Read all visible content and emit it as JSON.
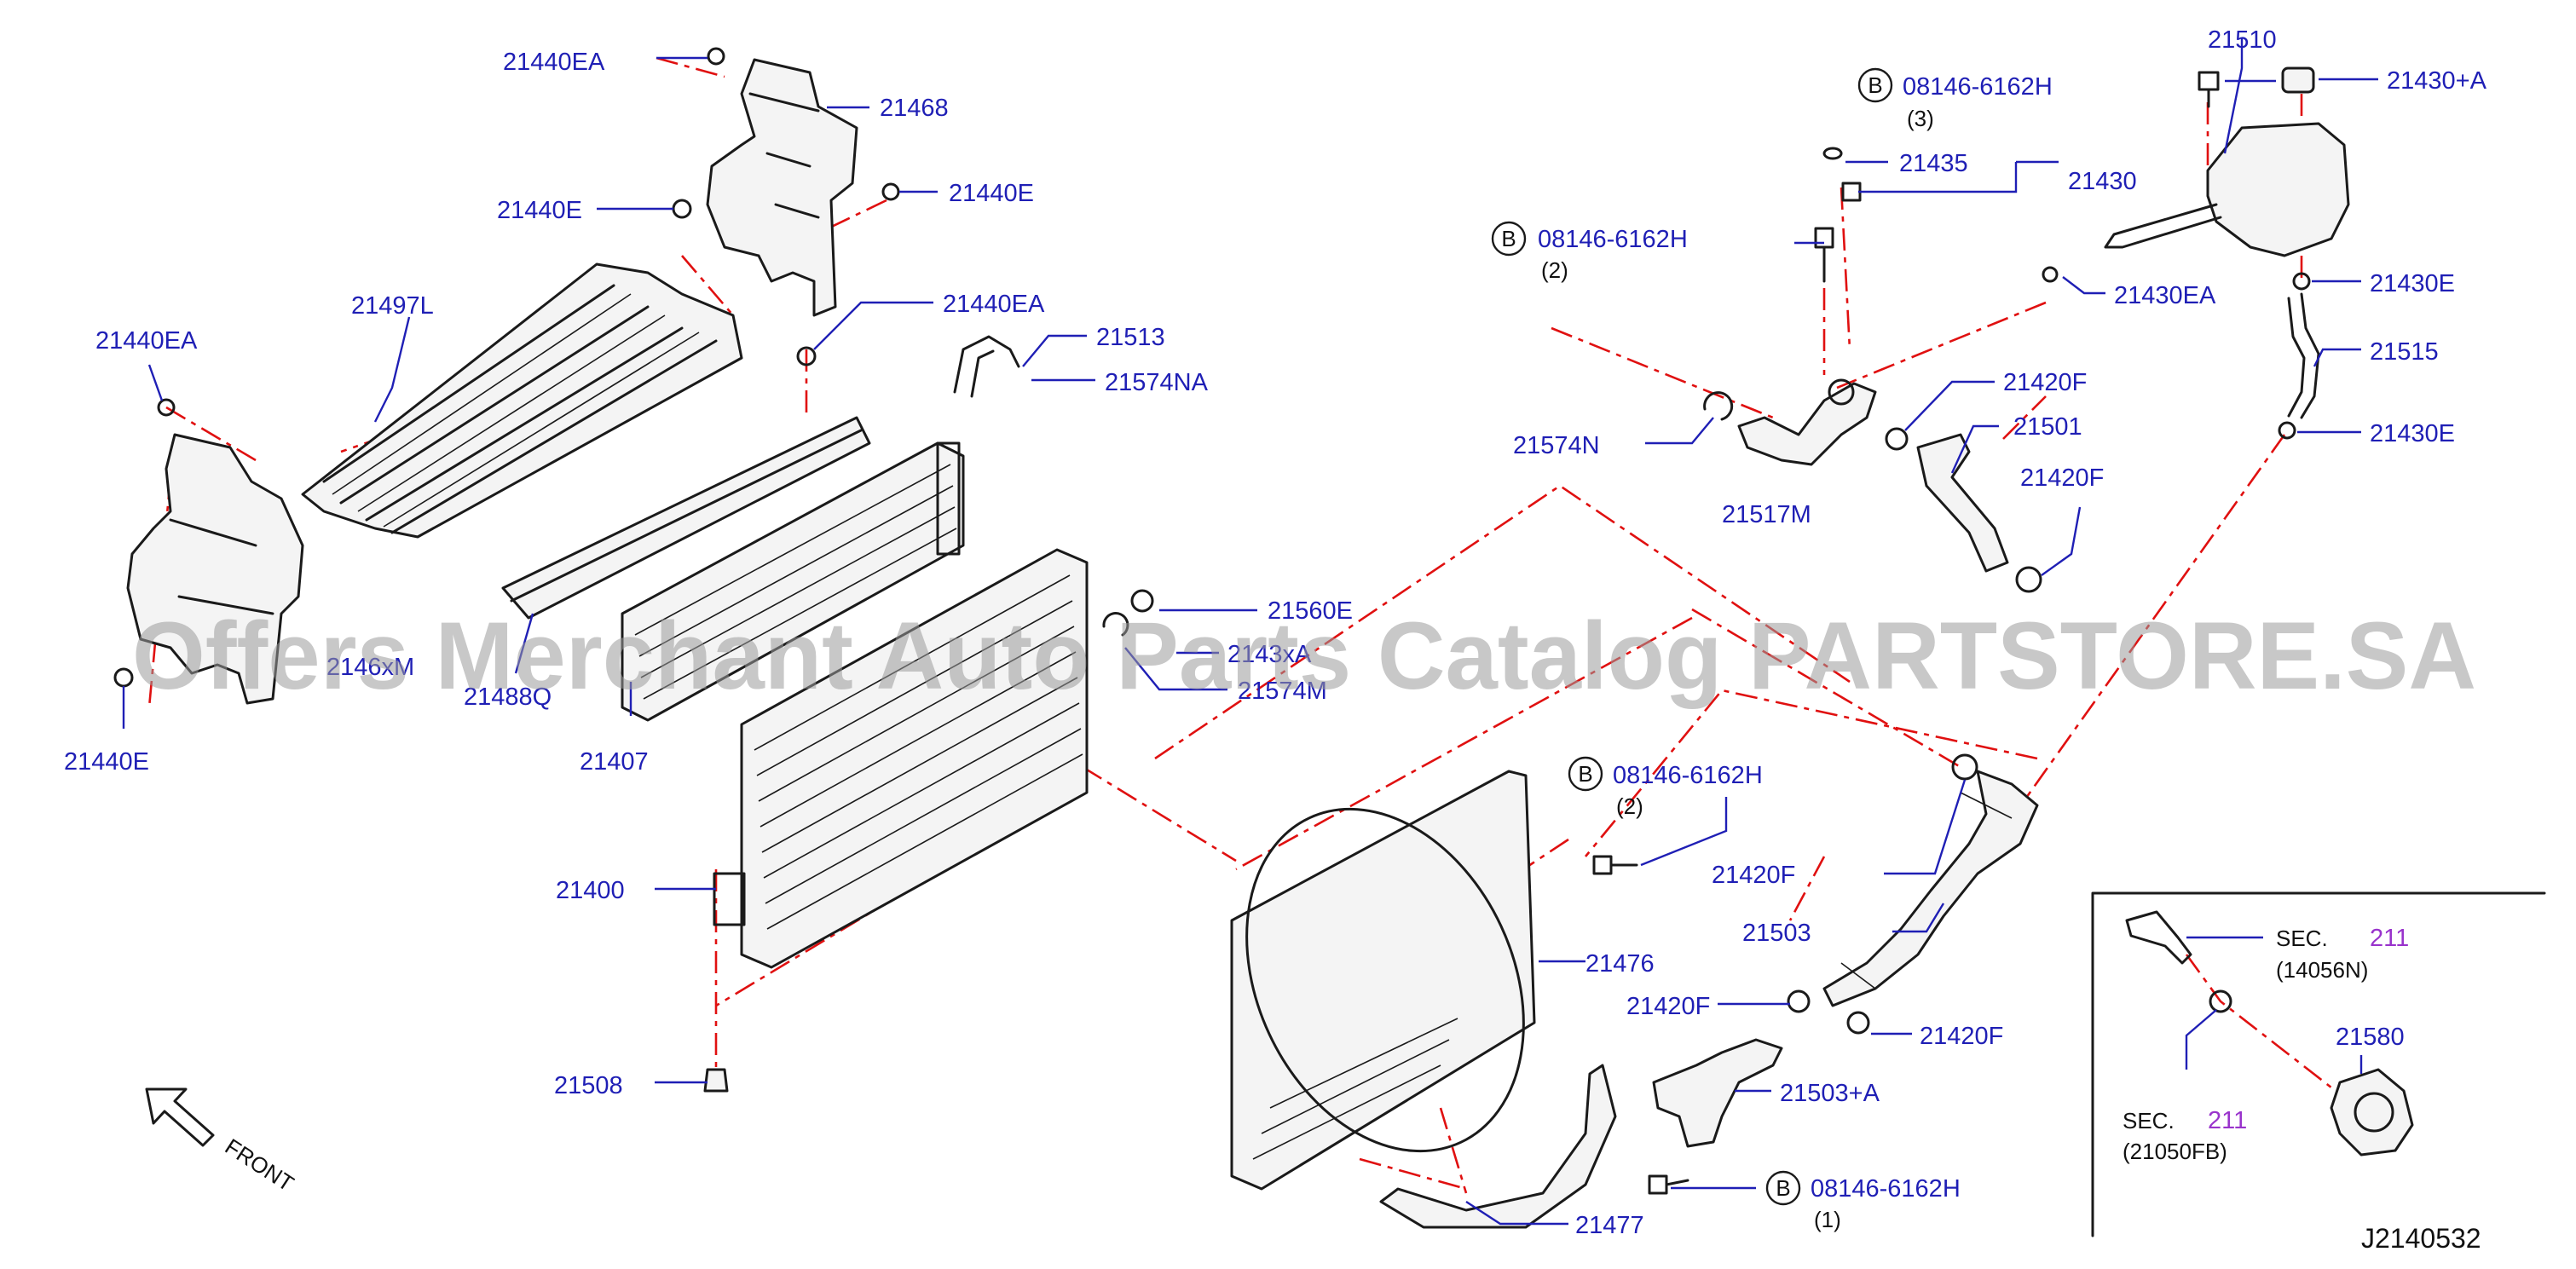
{
  "watermark": "Offers Merchant Auto Parts Catalog PARTSTORE.SA",
  "diagram_code": "J2140532",
  "front_label": "FRONT",
  "bolt_marker": "B",
  "labels": {
    "p21440EA_a": "21440EA",
    "p21468": "21468",
    "p21440E_a": "21440E",
    "p21440E_b": "21440E",
    "p21497L": "21497L",
    "p21440EA_b": "21440EA",
    "p21440EA_c": "21440EA",
    "p21513": "21513",
    "p21574NA": "21574NA",
    "p2146xM": "2146xM",
    "p21488Q": "21488Q",
    "p21440E_c": "21440E",
    "p21407": "21407",
    "p21560E": "21560E",
    "p2143xA": "2143xA",
    "p21574M": "21574M",
    "p21400": "21400",
    "p21508": "21508",
    "p21476": "21476",
    "p21477": "21477",
    "bolt_1": "08146-6162H",
    "bolt_1_qty": "(3)",
    "p21435": "21435",
    "p21430": "21430",
    "bolt_2": "08146-6162H",
    "bolt_2_qty": "(2)",
    "p21574N": "21574N",
    "p21517M": "21517M",
    "p21420F_a": "21420F",
    "p21501": "21501",
    "p21420F_b": "21420F",
    "p21510": "21510",
    "p21430A": "21430+A",
    "p21430EA": "21430EA",
    "p21430E_a": "21430E",
    "p21515": "21515",
    "p21430E_b": "21430E",
    "bolt_3": "08146-6162H",
    "bolt_3_qty": "(2)",
    "p21420F_c": "21420F",
    "p21503": "21503",
    "p21420F_d": "21420F",
    "p21420F_e": "21420F",
    "p21503A": "21503+A",
    "bolt_4": "08146-6162H",
    "bolt_4_qty": "(1)",
    "sec_1": "SEC.",
    "sec_1_num": "211",
    "sec_1_ref": "(14056N)",
    "sec_2": "SEC.",
    "sec_2_num": "211",
    "sec_2_ref": "(21050FB)",
    "p21580": "21580"
  },
  "colors": {
    "label": "#1f1fb5",
    "dash": "#e01010",
    "section_ref": "#9933cc",
    "line": "#1a1a1a"
  }
}
